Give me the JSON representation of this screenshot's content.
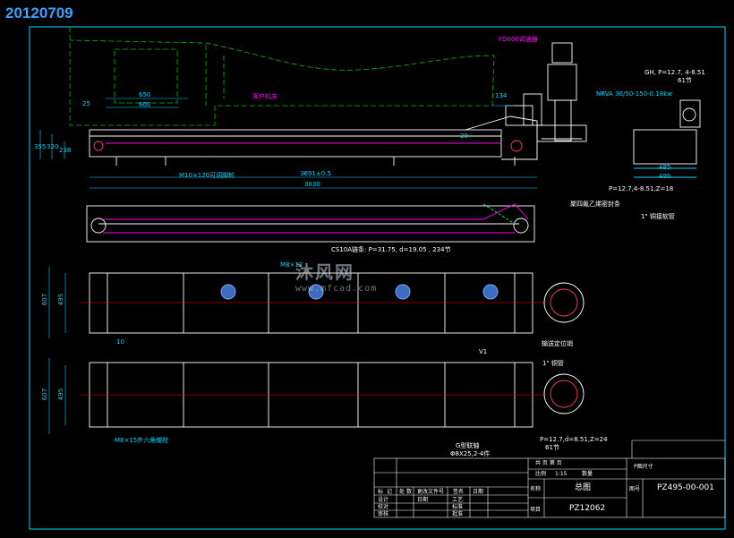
{
  "header": {
    "drawing_date": "20120709"
  },
  "side_view": {
    "customer_machine": "客户机床",
    "dim_650": "650",
    "dim_600": "600",
    "dim_25": "25",
    "dim_134": "134",
    "dim_355": "355",
    "dim_320": "320",
    "dim_238": "238",
    "dim_20": "20",
    "dim_3691": "3691±0.5",
    "dim_3830": "3830",
    "motor_label": "FD600调速器",
    "bolt_label": "M10×120可调脚轮",
    "reducer_label": "GH, P=12.7, 4-8.51",
    "reducer_sub": "61节",
    "reducer_model": "NRVA 30/50-150-0.18kw",
    "dim_485": "485",
    "dim_495": "495",
    "chain_label": "P=12.7,4-8.51,Z=18",
    "seal_label": "聚四氟乙烯密封条",
    "pipe_label": "1\" 铜接软管"
  },
  "chain_view": {
    "chain_spec": "CS10A链条: P=31.75, d=19.05 , 234节"
  },
  "top_view_1": {
    "dim_607": "607",
    "dim_495": "495",
    "bolt_label": "M8×12",
    "dim_10": "10",
    "sprocket_label": "输送定位销"
  },
  "top_view_2": {
    "dim_607": "607",
    "dim_495": "495",
    "bolt_label": "M8×15外六角螺栓",
    "vent_label": "V1",
    "pipe_label": "1\" 铜管",
    "coupling_label": "G型联轴",
    "coupling_sub": "Φ8X25,2-4件",
    "chain_label": "P=12.7,d=8.51,Z=24",
    "chain_sub": "61节"
  },
  "watermark": {
    "brand": "沐风网",
    "url": "www.mfcad.com"
  },
  "title_block": {
    "drawing_name": "总图",
    "drawing_no_label": "图号",
    "drawing_no": "PZ495-00-001",
    "project_label": "项目",
    "project": "PZ12062",
    "name_label": "名称",
    "scale_label": "比例",
    "scale": "1:15",
    "stage_marks": "共 页  第 页",
    "series_label": "数量",
    "rev_header": [
      "标",
      "记",
      "处",
      "数",
      "更改文件号",
      "签名",
      "日期"
    ],
    "roles": [
      "设计",
      "校对",
      "审核"
    ],
    "col_date": "日期",
    "col_proc": "工艺",
    "col_std": "标准",
    "col_appr": "批准",
    "serial_label": "P图尺寸"
  }
}
